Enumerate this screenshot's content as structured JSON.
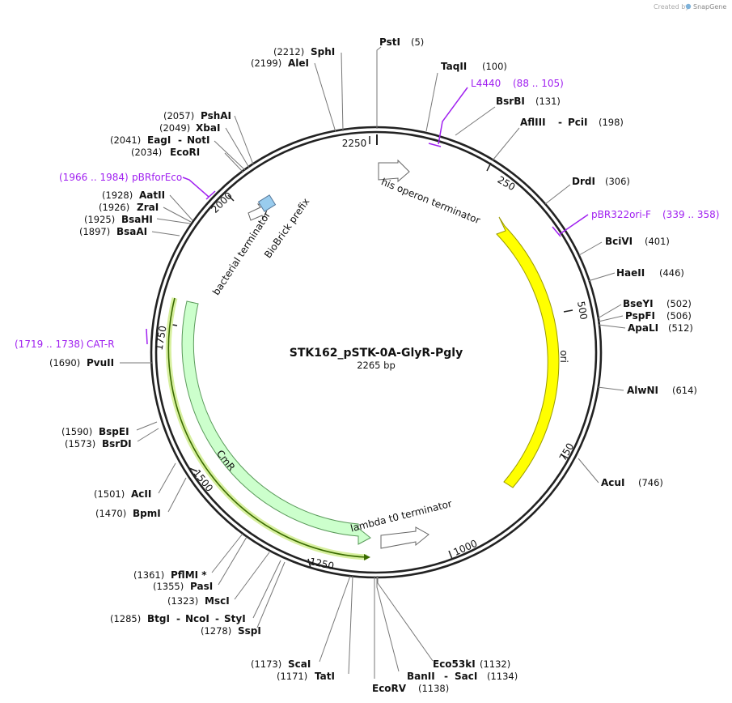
{
  "credit": {
    "text": "Created by",
    "brand": "SnapGene"
  },
  "plasmid": {
    "name": "STK162_pSTK-0A-GlyR-Pgly",
    "length_label": "2265 bp"
  },
  "ticks": [
    "250",
    "500",
    "750",
    "1000",
    "1250",
    "1500",
    "1750",
    "2000",
    "2250"
  ],
  "enzymes": [
    {
      "name": "PstI",
      "pos": "(5)"
    },
    {
      "name": "TaqII",
      "pos": "(100)"
    },
    {
      "name": "BsrBI",
      "pos": "(131)"
    },
    {
      "name": "AflIII",
      "name2": "PciI",
      "pos": "(198)"
    },
    {
      "name": "DrdI",
      "pos": "(306)"
    },
    {
      "name": "BciVI",
      "pos": "(401)"
    },
    {
      "name": "HaeII",
      "pos": "(446)"
    },
    {
      "name": "BseYI",
      "pos": "(502)"
    },
    {
      "name": "PspFI",
      "pos": "(506)"
    },
    {
      "name": "ApaLI",
      "pos": "(512)"
    },
    {
      "name": "AlwNI",
      "pos": "(614)"
    },
    {
      "name": "AcuI",
      "pos": "(746)"
    },
    {
      "name": "Eco53kI",
      "pos": "(1132)"
    },
    {
      "name": "BanII",
      "name2": "SacI",
      "pos": "(1134)"
    },
    {
      "name": "EcoRV",
      "pos": "(1138)"
    },
    {
      "name": "TatI",
      "pos": "(1171)"
    },
    {
      "name": "ScaI",
      "pos": "(1173)"
    },
    {
      "name": "SspI",
      "pos": "(1278)"
    },
    {
      "name": "BtgI",
      "name2": "NcoI",
      "name3": "StyI",
      "pos": "(1285)"
    },
    {
      "name": "MscI",
      "pos": "(1323)"
    },
    {
      "name": "PasI",
      "pos": "(1355)"
    },
    {
      "name": "PflMI *",
      "pos": "(1361)"
    },
    {
      "name": "BpmI",
      "pos": "(1470)"
    },
    {
      "name": "AcII",
      "pos": "(1501)"
    },
    {
      "name": "BsrDI",
      "pos": "(1573)"
    },
    {
      "name": "BspEI",
      "pos": "(1590)"
    },
    {
      "name": "PvuII",
      "pos": "(1690)"
    },
    {
      "name": "BsaAI",
      "pos": "(1897)"
    },
    {
      "name": "BsaHI",
      "pos": "(1925)"
    },
    {
      "name": "ZraI",
      "pos": "(1926)"
    },
    {
      "name": "AatII",
      "pos": "(1928)"
    },
    {
      "name": "EcoRI",
      "pos": "(2034)"
    },
    {
      "name": "EagI",
      "name2": "NotI",
      "pos": "(2041)"
    },
    {
      "name": "XbaI",
      "pos": "(2049)"
    },
    {
      "name": "PshAI",
      "pos": "(2057)"
    },
    {
      "name": "AleI",
      "pos": "(2199)"
    },
    {
      "name": "SphI",
      "pos": "(2212)"
    }
  ],
  "primers": [
    {
      "name": "L4440",
      "range": "(88 .. 105)"
    },
    {
      "name": "pBR322ori-F",
      "range": "(339 .. 358)"
    },
    {
      "name": "CAT-R",
      "range": "(1719 .. 1738)"
    },
    {
      "name": "pBRforEco",
      "range": "(1966 .. 1984)"
    }
  ],
  "features": [
    {
      "name": "his operon terminator"
    },
    {
      "name": "ori"
    },
    {
      "name": "lambda t0 terminator"
    },
    {
      "name": "CmR"
    },
    {
      "name": "bacterial terminator"
    },
    {
      "name": "BioBrick prefix"
    }
  ],
  "colors": {
    "ori": "#ffff00",
    "ori_stroke": "#9a9a00",
    "cmr": "#ccffcc",
    "cmr_stroke": "#5a9a5a",
    "cat_primer_fill": "#d8f0a0",
    "cat_primer_line": "#3a6b00",
    "primer": "#a020f0",
    "biobrick": "#99ccee",
    "backbone": "#222222"
  }
}
